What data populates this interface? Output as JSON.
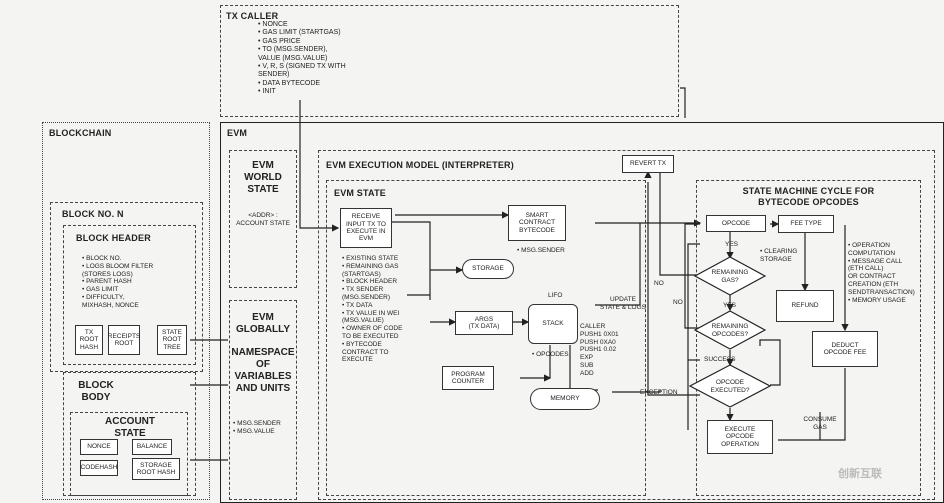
{
  "tx_caller": {
    "title": "TX CALLER",
    "items": "• NONCE\n• GAS LIMIT (STARTGAS)\n• GAS PRICE\n• TO (MSG.SENDER),\nVALUE (MSG.VALUE)\n• V, R, S (SIGNED TX WITH\nSENDER)\n• DATA BYTECODE\n• INIT"
  },
  "blockchain": {
    "title": "BLOCKCHAIN",
    "block_no": "BLOCK NO. N",
    "block_header": "BLOCK HEADER",
    "header_items": "• BLOCK NO.\n• LOGS BLOOM FILTER\n(STORES LOGS)\n• PARENT HASH\n• GAS LIMIT\n• DIFFICULTY,\nMIXHASH, NONCE",
    "tx_root": "TX\nROOT\nHASH",
    "receipts_root": "RECEIPTS\nROOT",
    "state_root": "STATE\nROOT\nTREE",
    "block_body": "BLOCK\nBODY",
    "account_state": "ACCOUNT\nSTATE",
    "nonce": "NONCE",
    "balance": "BALANCE",
    "codehash": "CODEHASH",
    "storage_root": "STORAGE\nROOT HASH"
  },
  "evm": {
    "title": "EVM",
    "world_state": "EVM\nWORLD\nSTATE",
    "account_state_addr": "<ADDR> :\nACCOUNT STATE",
    "globally": "EVM\nGLOBALLY",
    "namespace": "NAMESPACE\nOF\nVARIABLES\nAND UNITS",
    "msg_items": "• MSG.SENDER\n• MSG.VALUE"
  },
  "execution_model": {
    "title": "EVM EXECUTION MODEL (INTERPRETER)",
    "revert_tx": "REVERT TX",
    "evm_state": "EVM STATE",
    "receive_input": "RECEIVE\nINPUT TX TO\nEXECUTE IN\nEVM",
    "state_items": "• EXISTING STATE\n• REMAINING GAS\n(STARTGAS)\n• BLOCK HEADER\n• TX SENDER\n(MSG.SENDER)\n• TX DATA\n• TX VALUE IN WEI\n(MSG.VALUE)\n• OWNER OF CODE\nTO BE EXECUTED\n• BYTECODE\nCONTRACT TO\nEXECUTE",
    "smart_contract": "SMART\nCONTRACT\nBYTECODE",
    "msg_sender": "• MSG.SENDER",
    "storage": "STORAGE",
    "args": "ARGS\n(TX DATA)",
    "lifo": "LIFO",
    "stack": "STACK",
    "opcodes_bullet": "• OPCODES",
    "program_counter": "PROGRAM\nCOUNTER",
    "memory": "MEMORY",
    "caller_ops": "CALLER\nPUSH1 0X01\nPUSH 0XA0\nPUSH1 0.02\nEXP\nSUB\nADD",
    "update_state": "UPDATE\nSTATE & LOGS",
    "exception": "EXCEPTION"
  },
  "state_machine": {
    "title": "STATE MACHINE CYCLE FOR\nBYTECODE OPCODES",
    "opcode": "OPCODE",
    "fee_type": "FEE TYPE",
    "yes1": "YES",
    "remaining_gas": "REMAINING\nGAS?",
    "clearing_storage": "• CLEARING\nSTORAGE",
    "operation_items": "• OPERATION\nCOMPUTATION\n• MESSAGE CALL\n(ETH CALL)\nOR CONTRACT\nCREATION (ETH\nSENDTRANSACTION)\n• MEMORY USAGE",
    "no1": "NO",
    "no2": "NO",
    "yes2": "YES",
    "refund": "REFUND",
    "remaining_opcodes": "REMAINING\nOPCODES?",
    "deduct_fee": "DEDUCT\nOPCODE FEE",
    "success": "SUCCESS",
    "opcode_executed": "OPCODE\nEXECUTED?",
    "consume_gas": "CONSUME\nGAS",
    "execute_opcode": "EXECUTE\nOPCODE\nOPERATION"
  },
  "watermark": "创新互联"
}
